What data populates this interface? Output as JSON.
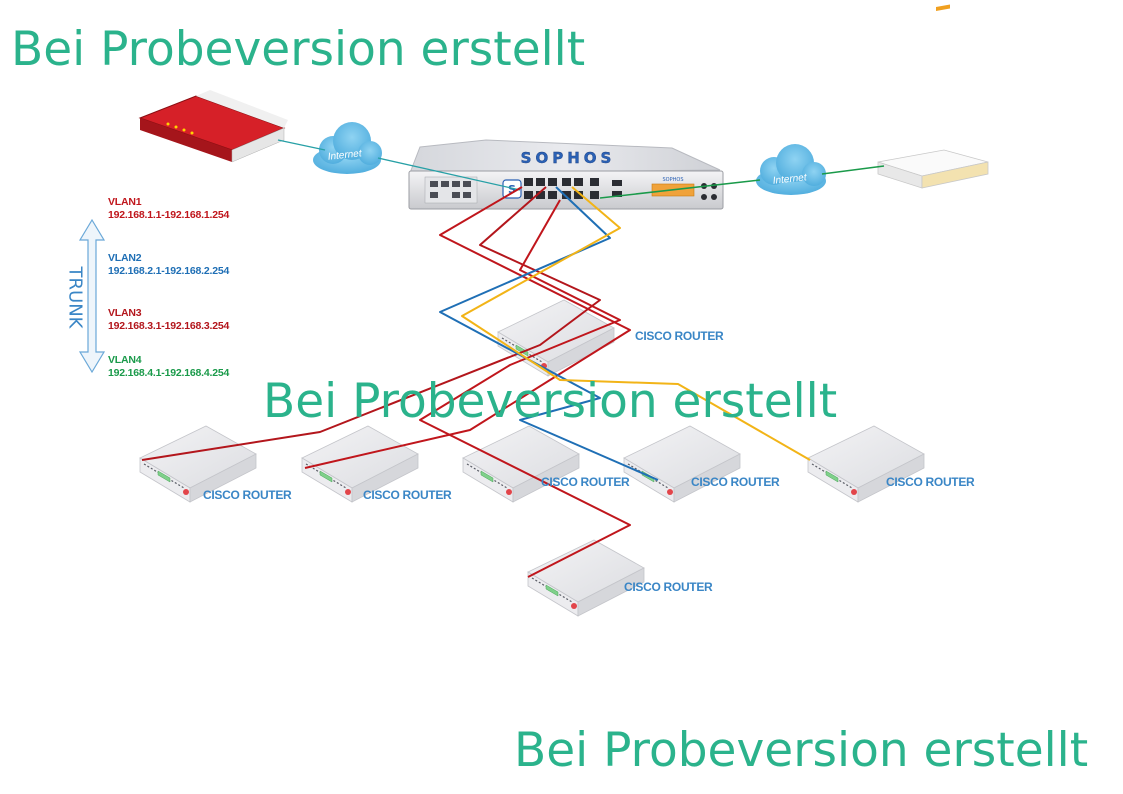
{
  "watermark": {
    "text": "Bei Probeversion erstellt",
    "color": "#2bb38c"
  },
  "colors": {
    "vlan1": "#c0161c",
    "vlan2": "#1f6fb5",
    "vlan3": "#b3161c",
    "vlan4": "#1a9a4a",
    "trunk": "#3a86c6",
    "yellow_link": "#f2b417",
    "green_link": "#1a9a4a",
    "router_label": "#3a86c6"
  },
  "firewall": {
    "brand": "SOPHOS",
    "panel_brand": "SOPHOS"
  },
  "clouds": [
    {
      "label": "Internet"
    },
    {
      "label": "Internet"
    }
  ],
  "vlans": [
    {
      "name": "VLAN1",
      "range": "192.168.1.1-192.168.1.254"
    },
    {
      "name": "VLAN2",
      "range": "192.168.2.1-192.168.2.254"
    },
    {
      "name": "VLAN3",
      "range": "192.168.3.1-192.168.3.254"
    },
    {
      "name": "VLAN4",
      "range": "192.168.4.1-192.168.4.254"
    }
  ],
  "trunk_label": "TRUNK",
  "routers": [
    {
      "label": "CISCO ROUTER"
    },
    {
      "label": "CISCO ROUTER"
    },
    {
      "label": "CISCO ROUTER"
    },
    {
      "label": "CISCO ROUTER"
    },
    {
      "label": "CISCO ROUTER"
    },
    {
      "label": "CISCO ROUTER"
    },
    {
      "label": "CISCO ROUTER"
    }
  ]
}
